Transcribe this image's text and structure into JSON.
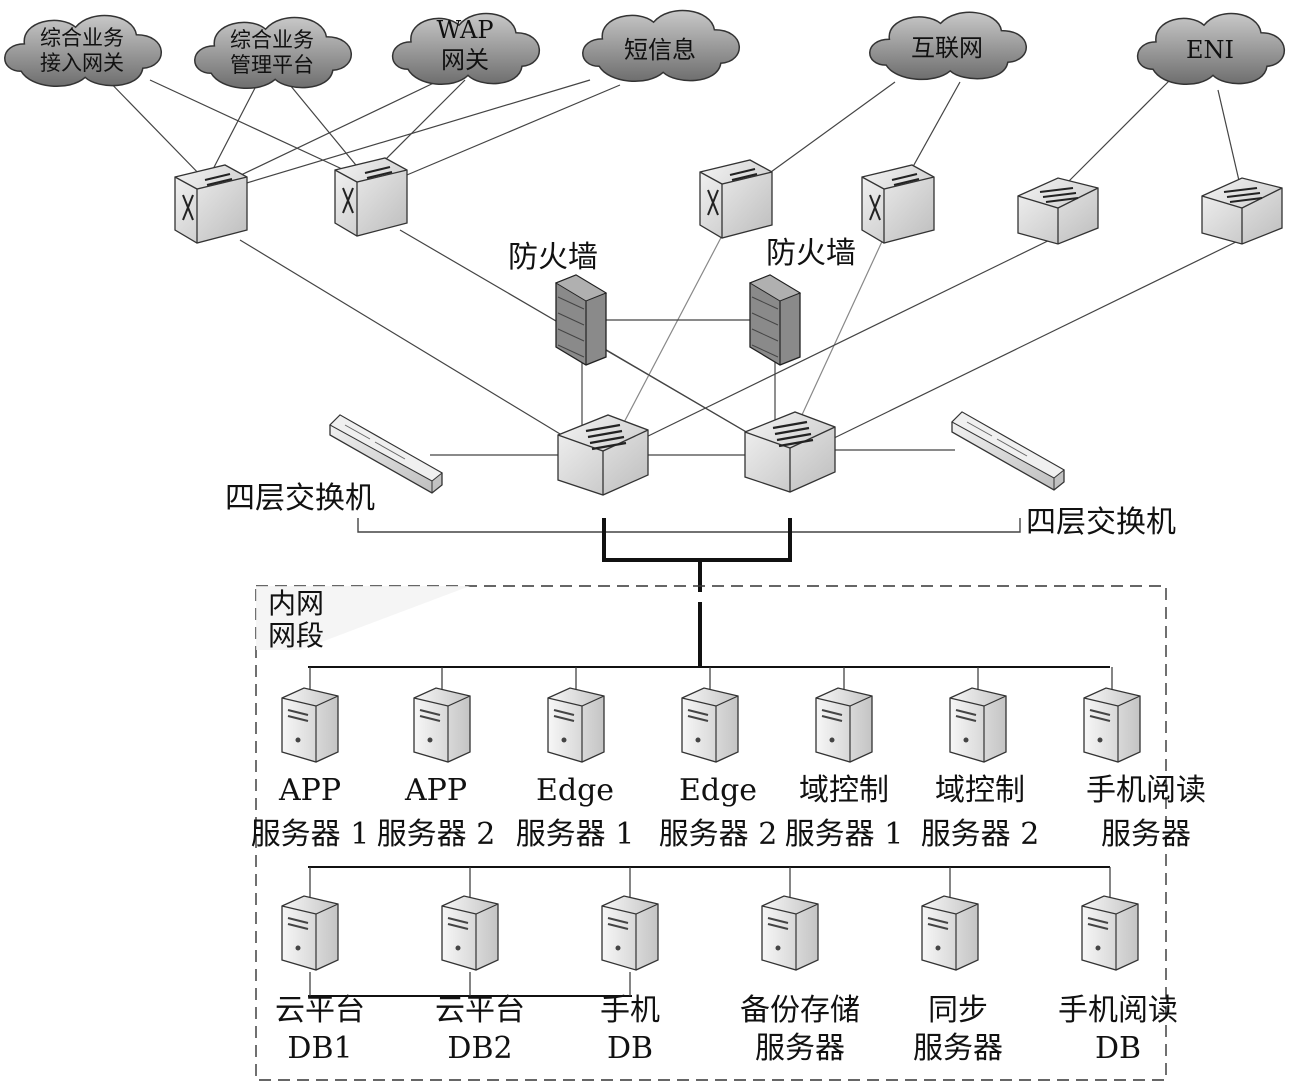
{
  "clouds": [
    {
      "id": "c1",
      "lines": [
        "综合业务",
        "接入网关"
      ]
    },
    {
      "id": "c2",
      "lines": [
        "综合业务",
        "管理平台"
      ]
    },
    {
      "id": "c3",
      "lines": [
        "WAP",
        "网关"
      ]
    },
    {
      "id": "c4",
      "lines": [
        "短信息"
      ]
    },
    {
      "id": "c5",
      "lines": [
        "互联网"
      ]
    },
    {
      "id": "c6",
      "lines": [
        "ENI"
      ]
    }
  ],
  "firewalls": [
    {
      "id": "fw1",
      "label": "防火墙"
    },
    {
      "id": "fw2",
      "label": "防火墙"
    }
  ],
  "l4_switches": [
    {
      "id": "l4a",
      "label": "四层交换机"
    },
    {
      "id": "l4b",
      "label": "四层交换机"
    }
  ],
  "intranet": {
    "lines": [
      "内网",
      "网段"
    ]
  },
  "servers_row1": [
    {
      "id": "s1",
      "lines": [
        "APP",
        "服务器 1"
      ]
    },
    {
      "id": "s2",
      "lines": [
        "APP",
        "服务器 2"
      ]
    },
    {
      "id": "s3",
      "lines": [
        "Edge",
        "服务器 1"
      ]
    },
    {
      "id": "s4",
      "lines": [
        "Edge",
        "服务器 2"
      ]
    },
    {
      "id": "s5",
      "lines": [
        "域控制",
        "服务器 1"
      ]
    },
    {
      "id": "s6",
      "lines": [
        "域控制",
        "服务器 2"
      ]
    },
    {
      "id": "s7",
      "lines": [
        "手机阅读",
        "服务器"
      ]
    }
  ],
  "servers_row2": [
    {
      "id": "d1",
      "lines": [
        "云平台",
        "DB1"
      ]
    },
    {
      "id": "d2",
      "lines": [
        "云平台",
        "DB2"
      ]
    },
    {
      "id": "d3",
      "lines": [
        "手机",
        "DB"
      ]
    },
    {
      "id": "d4",
      "lines": [
        "备份存储",
        "服务器"
      ]
    },
    {
      "id": "d5",
      "lines": [
        "同步",
        "服务器"
      ]
    },
    {
      "id": "d6",
      "lines": [
        "手机阅读",
        "DB"
      ]
    }
  ],
  "colors": {
    "cloud_fill": "#9a9a9a",
    "device_fill": "#e6e6e6",
    "line": "#333333",
    "firewall": "#7a7a7a"
  }
}
